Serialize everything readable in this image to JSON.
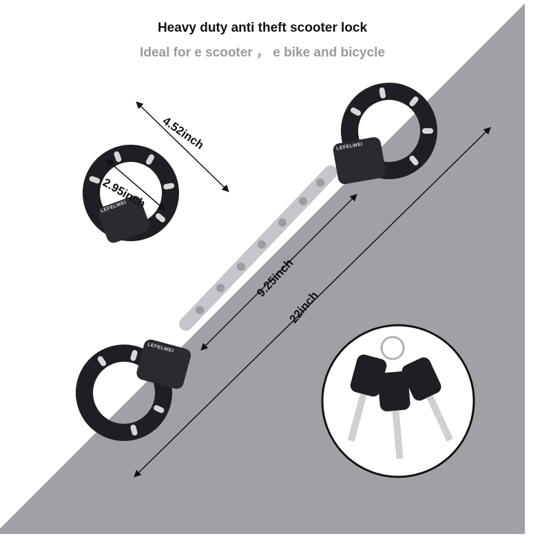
{
  "header": {
    "title": "Heavy duty anti theft scooter lock",
    "subtitle": "Ideal for e scooter ，  e bike and bicycle"
  },
  "dimensions": {
    "outer_diameter": "4.52inch",
    "inner_diameter": "2.95inch",
    "chain_length": "9.25inch",
    "total_length": "22inch"
  },
  "brand": "LEFELWEI",
  "colors": {
    "background_panel": "#a0a0a6",
    "lock_body": "#1e1f24",
    "chain": "#c4c6cc",
    "title": "#111111",
    "subtitle": "#9a9a9a"
  }
}
